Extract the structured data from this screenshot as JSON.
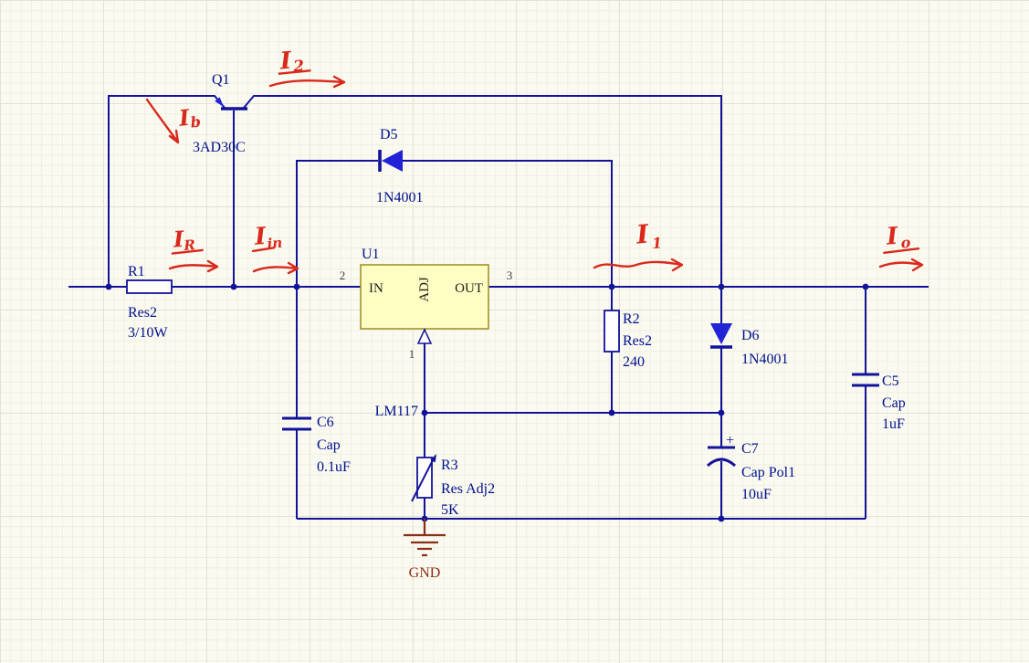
{
  "colors": {
    "wire": "#12129b",
    "diode_fill": "#2222d6",
    "ic_fill": "#ffffc4",
    "ic_border": "#a2922c",
    "label_navy": "#00108e",
    "pin_number_gray": "#3d3d3d",
    "gnd_maroon": "#8b2e19",
    "annotation_red": "#da291c",
    "background": "#fafaf1"
  },
  "components": {
    "q1": {
      "designator": "Q1",
      "part": "3AD30C"
    },
    "r1": {
      "designator": "R1",
      "lib": "Res2",
      "value": "3/10W"
    },
    "d5": {
      "designator": "D5",
      "part": "1N4001"
    },
    "u1": {
      "designator": "U1",
      "part": "LM117",
      "pin_in_label": "IN",
      "pin_out_label": "OUT",
      "pin_adj_label": "ADJ",
      "pin_in_number": "2",
      "pin_out_number": "3",
      "pin_adj_number": "1"
    },
    "c6": {
      "designator": "C6",
      "lib": "Cap",
      "value": "0.1uF"
    },
    "r2": {
      "designator": "R2",
      "lib": "Res2",
      "value": "240"
    },
    "r3": {
      "designator": "R3",
      "lib": "Res Adj2",
      "value": "5K"
    },
    "d6": {
      "designator": "D6",
      "part": "1N4001"
    },
    "c7": {
      "designator": "C7",
      "lib": "Cap Pol1",
      "value": "10uF",
      "polarity_mark": "+"
    },
    "c5": {
      "designator": "C5",
      "lib": "Cap",
      "value": "1uF"
    },
    "gnd": {
      "label": "GND"
    }
  },
  "annotations": {
    "i2": {
      "main": "I",
      "sub": "2"
    },
    "ib": {
      "main": "I",
      "sub": "b"
    },
    "ir": {
      "main": "I",
      "sub": "R"
    },
    "iin": {
      "main": "I",
      "sub": "in"
    },
    "i1": {
      "main": "I",
      "sub": "1"
    },
    "io": {
      "main": "I",
      "sub": "o"
    }
  }
}
